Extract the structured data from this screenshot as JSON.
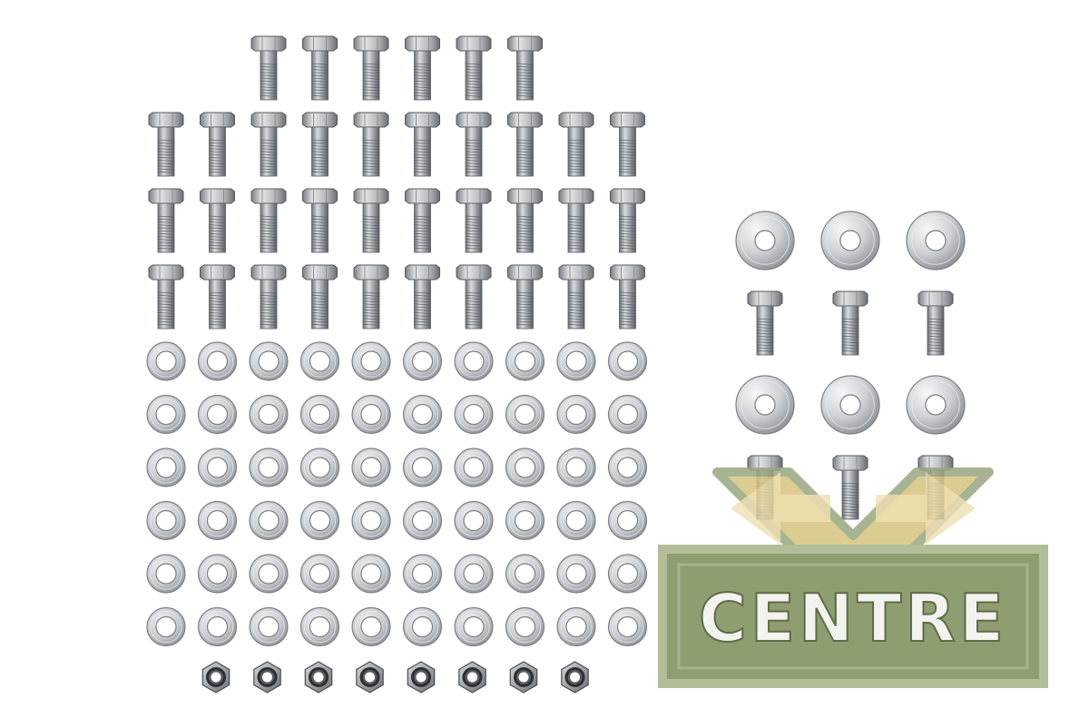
{
  "image": {
    "background": "#ffffff",
    "left_group": {
      "bolt_rows": [
        6,
        10,
        10,
        10
      ],
      "washer_rows": 6,
      "washers_per_row": 10,
      "nut_count": 8
    },
    "right_group": {
      "large_washers_per_row": 3,
      "bolts_per_row": 3
    }
  },
  "watermark": {
    "text": "CENTRE",
    "badge_color": "#8f9e71",
    "border_color": "#b3bd99",
    "arrow_color": "#e3cf93",
    "text_color": "#f2f2ee"
  }
}
